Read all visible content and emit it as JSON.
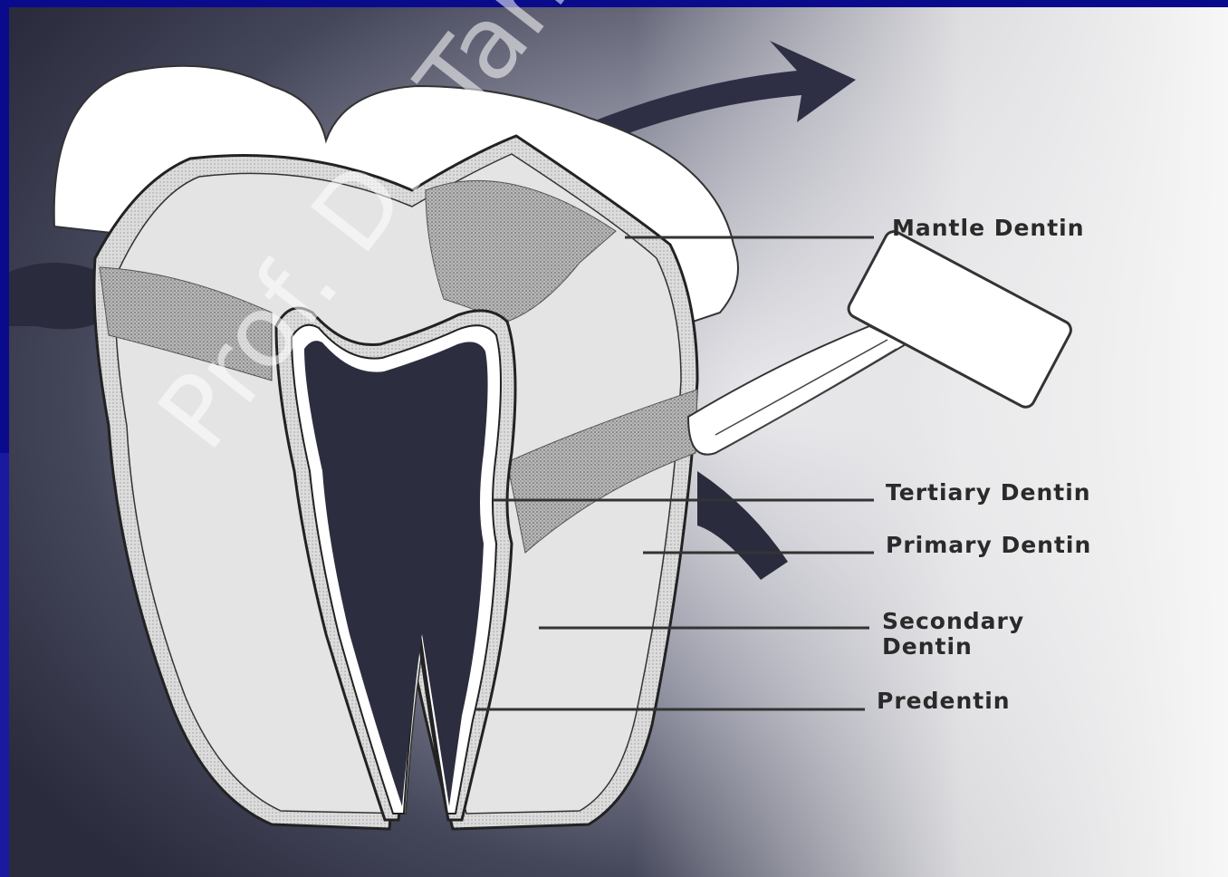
{
  "labels": {
    "mantle": "Mantle Dentin",
    "tertiary": "Tertiary Dentin",
    "primary": "Primary Dentin",
    "secondary_line1": "Secondary",
    "secondary_line2": "Dentin",
    "predentin": "Predentin"
  },
  "watermark": "Prof. Dr. Taner Özet",
  "colors": {
    "background": "#0a0a8c",
    "panel": "#f2f2f2",
    "shadow": "#2a2b40",
    "dentin_fill": "#d8d8d8",
    "pulp": "#2c2d3e",
    "label_text": "#2a2a2a"
  }
}
